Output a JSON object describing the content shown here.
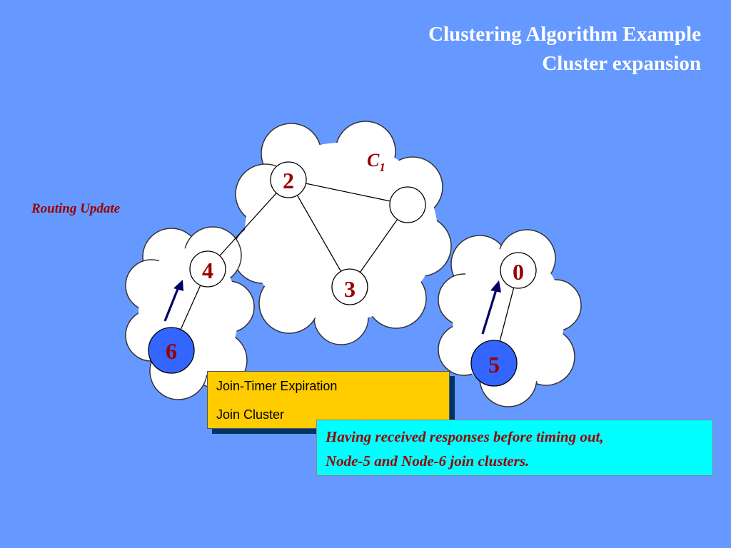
{
  "title": {
    "line1": "Clustering Algorithm Example",
    "line2": "Cluster expansion"
  },
  "routing_label": "Routing Update",
  "cluster_label": {
    "main": "C",
    "subscript": "1"
  },
  "nodes": {
    "n2": "2",
    "n3": "3",
    "n4": "4",
    "n0": "0",
    "n6": "6",
    "n5": "5",
    "unlabeled": ""
  },
  "join_box": {
    "line1": "Join-Timer Expiration",
    "line2": "Join Cluster"
  },
  "note": {
    "line1": "Having received responses before timing out,",
    "line2": "Node-5 and Node-6 join clusters."
  },
  "colors": {
    "background": "#6699ff",
    "title_text": "#ffffff",
    "label_text": "#990000",
    "node_highlight": "#3366ff",
    "join_box_fill": "#ffcc00",
    "join_box_shadow": "#003366",
    "note_box_fill": "#00ffff",
    "arrow": "#000066"
  }
}
